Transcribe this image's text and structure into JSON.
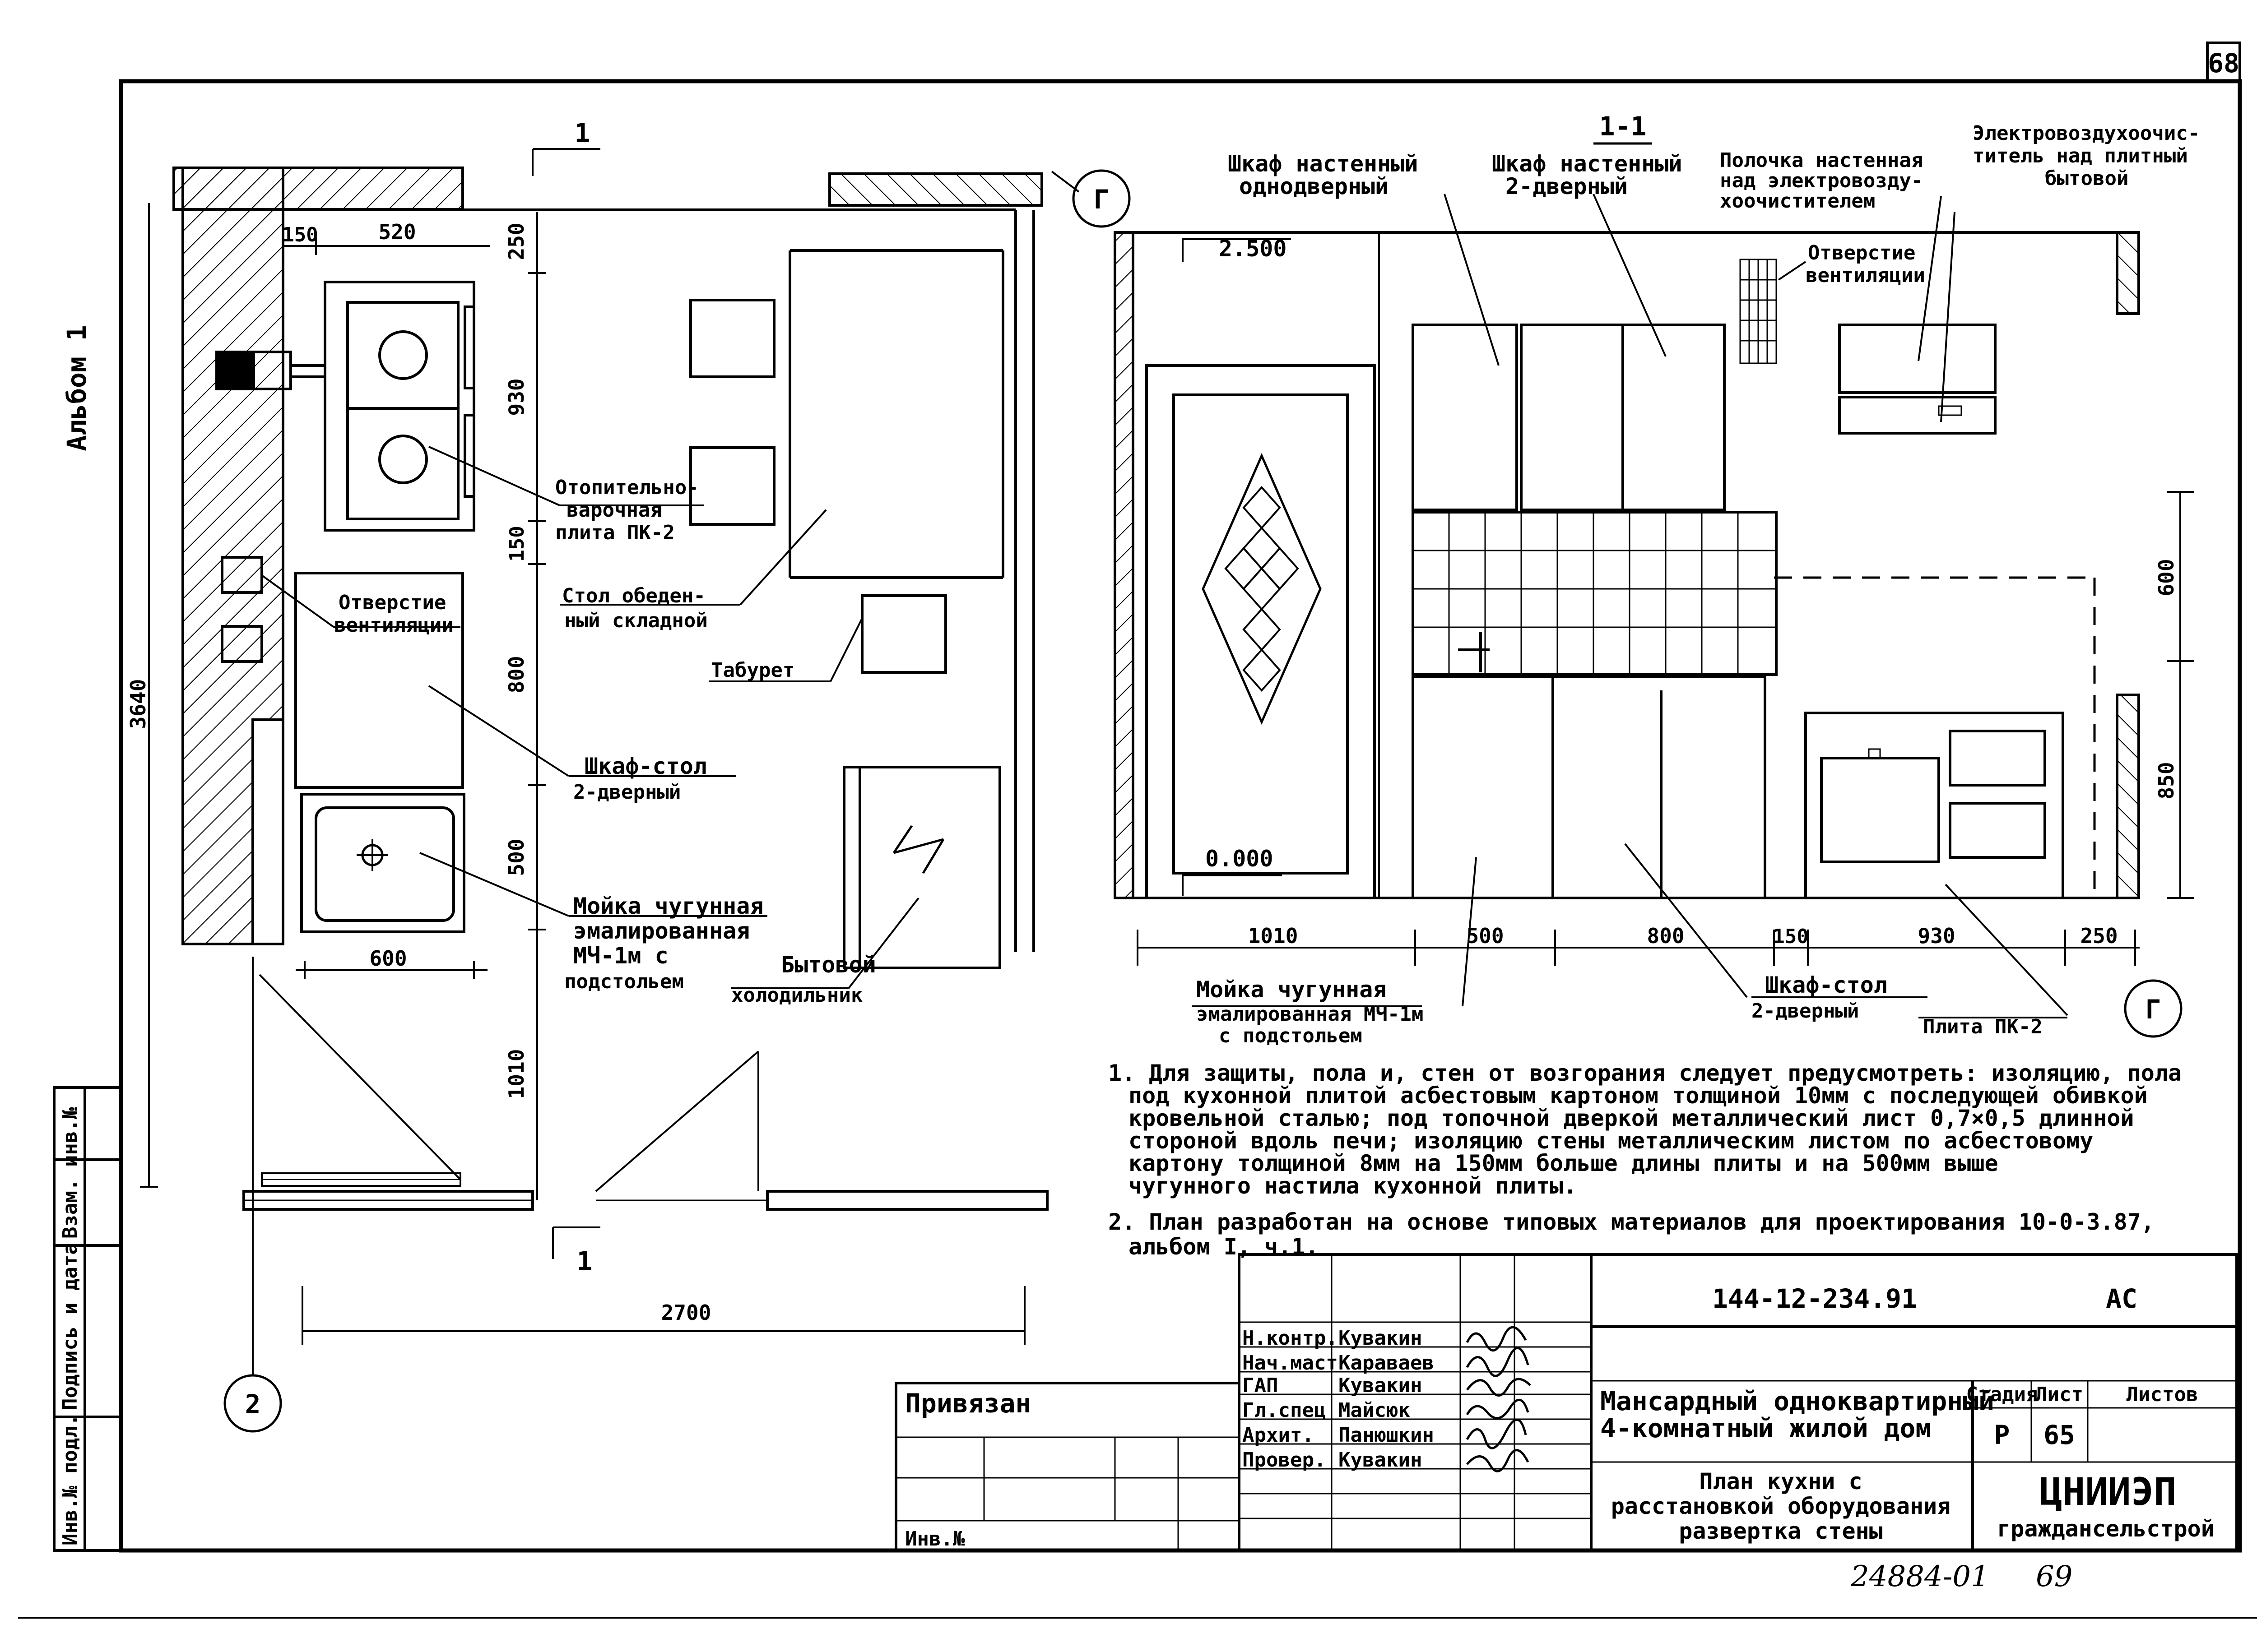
{
  "sheet": {
    "page_number": "68",
    "album_side": "Альбом 1",
    "stamp_number": "24884-01",
    "stamp_page": "69"
  },
  "side_stamp": [
    "Инв.№ подл.",
    "Подпись и дата",
    "Взам. инв.№"
  ],
  "plan": {
    "section_mark": "1",
    "axis_g": "Г",
    "axis_2": "2",
    "dimensions": {
      "overall_height": "3640",
      "overall_width": "2700",
      "d150_top": "150",
      "d520": "520",
      "d250_v": "250",
      "d930_v": "930",
      "d150_v": "150",
      "d800_v": "800",
      "d500_v": "500",
      "d1010_v": "1010",
      "d600": "600"
    },
    "labels": {
      "stove_1": "Отопительно-",
      "stove_2": "варочная",
      "stove_3": "плита ПК-2",
      "vent_1": "Отверстие",
      "vent_2": "вентиляции",
      "table_1": "Стол обеден-",
      "table_2": "ный складной",
      "stool": "Табурет",
      "cab_1": "Шкаф-стол",
      "cab_2": "2-дверный",
      "sink_1": "Мойка чугунная",
      "sink_2": "эмалированная",
      "sink_3": "МЧ-1м с",
      "sink_4": "подстольем",
      "fridge_1": "Бытовой",
      "fridge_2": "холодильник"
    }
  },
  "elevation": {
    "title": "1-1",
    "axis_g": "Г",
    "level_top": "2.500",
    "level_zero": "0.000",
    "labels": {
      "wall_cab1_1": "Шкаф настенный",
      "wall_cab1_2": "однодверный",
      "wall_cab2_1": "Шкаф настенный",
      "wall_cab2_2": "2-дверный",
      "shelf_1": "Полочка настенная",
      "shelf_2": "над электровозду-",
      "shelf_3": "хоочистителем",
      "hood_1": "Электровоздухоочис-",
      "hood_2": "титель над плитный",
      "hood_3": "бытовой",
      "vent_1": "Отверстие",
      "vent_2": "вентиляции",
      "sink_1": "Мойка чугунная",
      "sink_2": "эмалированная МЧ-1м",
      "sink_3": "с подстольем",
      "cab_1": "Шкаф-стол",
      "cab_2": "2-дверный",
      "stove": "Плита ПК-2"
    },
    "dimensions": {
      "d1010": "1010",
      "d500": "500",
      "d800": "800",
      "d150": "150",
      "d930": "930",
      "d250": "250",
      "d600": "600",
      "d850": "850"
    }
  },
  "notes": [
    "1. Для защиты, пола и, стен от возгорания следует предусмотреть: изоляцию, пола",
    "под кухонной плитой асбестовым картоном толщиной 10мм с последующей обивкой",
    "кровельной сталью; под топочной дверкой металлический лист 0,7×0,5 длинной",
    "стороной вдоль печи; изоляцию стены металлическим листом по асбестовому",
    "картону толщиной 8мм на 150мм больше длины плиты и на 500мм выше",
    "чугунного настила кухонной плиты.",
    "2. План разработан на основе типовых материалов для проектирования 10-0-3.87,",
    "альбом I, ч.1."
  ],
  "title_block": {
    "code": "144-12-234.91",
    "stage_code": "АС",
    "linked": "Привязан",
    "inv": "Инв.№",
    "roles": [
      {
        "role": "Н.контр.",
        "name": "Кувакин"
      },
      {
        "role": "Нач.маст",
        "name": "Караваев"
      },
      {
        "role": "ГАП",
        "name": "Кувакин"
      },
      {
        "role": "Гл.спец",
        "name": "Майсюк"
      },
      {
        "role": "Архит.",
        "name": "Панюшкин"
      },
      {
        "role": "Провер.",
        "name": "Кувакин"
      }
    ],
    "project_1": "Мансардный одноквартирный",
    "project_2": "4-комнатный жилой дом",
    "sheet_title_1": "План кухни с",
    "sheet_title_2": "расстановкой оборудования",
    "sheet_title_3": "развертка стены",
    "stage_header": "Стадия",
    "sheet_header": "Лист",
    "sheets_header": "Листов",
    "stage": "Р",
    "sheet_no": "65",
    "org_1": "ЦНИИЭП",
    "org_2": "граждансельстрой"
  }
}
